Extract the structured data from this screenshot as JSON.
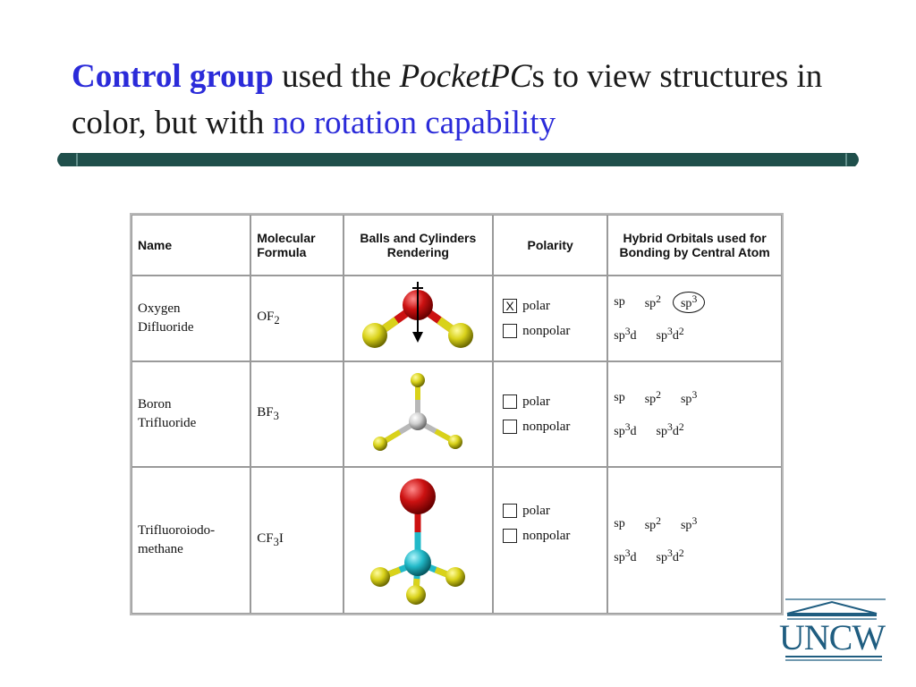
{
  "slide": {
    "title_part1": "Control group",
    "title_part2": " used the ",
    "title_part3": "PocketPC",
    "title_part4": "s to view structures in color, but with ",
    "title_part5": "no rotation capability",
    "accent_color": "#2b2bd9",
    "bar_color": "#1f4f4b"
  },
  "table": {
    "headers": {
      "name": "Name",
      "formula": "Molecular Formula",
      "rendering": "Balls and Cylinders Rendering",
      "polarity": "Polarity",
      "orbitals": "Hybrid Orbitals used for Bonding by Central Atom"
    },
    "rows": [
      {
        "name_line1": "Oxygen",
        "name_line2": "Difluoride",
        "formula_base": "OF",
        "formula_sub": "2",
        "formula_tail": "",
        "polar_label": "polar",
        "polar_mark": "X",
        "nonpolar_label": "nonpolar",
        "nonpolar_mark": "",
        "orb_sp": "sp",
        "orb_sp2": "sp",
        "orb_sp2_sup": "2",
        "orb_sp3": "sp",
        "orb_sp3_sup": "3",
        "orb_sp3d": "sp",
        "orb_sp3d_sup": "3",
        "orb_sp3d_tail": "d",
        "orb_sp3d2": "sp",
        "orb_sp3d2_sup": "3",
        "orb_sp3d2_mid": "d",
        "orb_sp3d2_sup2": "2",
        "circled": "sp3"
      },
      {
        "name_line1": "Boron",
        "name_line2": "Trifluoride",
        "formula_base": "BF",
        "formula_sub": "3",
        "formula_tail": "",
        "polar_label": "polar",
        "polar_mark": "",
        "nonpolar_label": "nonpolar",
        "nonpolar_mark": "",
        "orb_sp": "sp",
        "orb_sp2": "sp",
        "orb_sp2_sup": "2",
        "orb_sp3": "sp",
        "orb_sp3_sup": "3",
        "orb_sp3d": "sp",
        "orb_sp3d_sup": "3",
        "orb_sp3d_tail": "d",
        "orb_sp3d2": "sp",
        "orb_sp3d2_sup": "3",
        "orb_sp3d2_mid": "d",
        "orb_sp3d2_sup2": "2"
      },
      {
        "name_line1": "Trifluoroiodo-",
        "name_line2": "methane",
        "formula_base": "CF",
        "formula_sub": "3",
        "formula_tail": "I",
        "polar_label": "polar",
        "polar_mark": "",
        "nonpolar_label": "nonpolar",
        "nonpolar_mark": "",
        "orb_sp": "sp",
        "orb_sp2": "sp",
        "orb_sp2_sup": "2",
        "orb_sp3": "sp",
        "orb_sp3_sup": "3",
        "orb_sp3d": "sp",
        "orb_sp3d_sup": "3",
        "orb_sp3d_tail": "d",
        "orb_sp3d2": "sp",
        "orb_sp3d2_sup": "3",
        "orb_sp3d2_mid": "d",
        "orb_sp3d2_sup2": "2"
      }
    ]
  },
  "atom_colors": {
    "oxygen": "#cc1111",
    "fluorine": "#d9d21a",
    "boron": "#cfcfcf",
    "carbon": "#22b9c8",
    "bond": "#9a9a9a"
  },
  "logo": {
    "text": "UNCW",
    "color": "#1f5d80"
  }
}
